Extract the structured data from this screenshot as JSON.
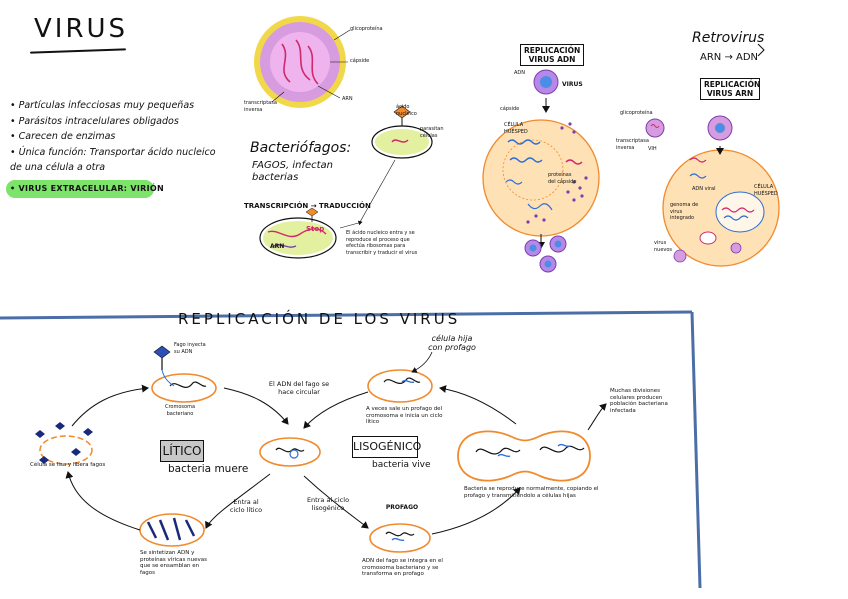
{
  "title": "VIRUS",
  "bullets": [
    "• Partículas infecciosas muy pequeñas",
    "• Parásitos intracelulares obligados",
    "• Carecen de enzimas",
    "• Única función: Transportar ácido nucleico",
    "  de una célula a otra"
  ],
  "highlight": "• VIRUS EXTRACELULAR: VIRIÓN",
  "virion_labels": {
    "glicoproteina": "glicoproteína",
    "capside": "cápside",
    "arn": "ARN",
    "transcriptasa": "transcriptasa inversa"
  },
  "phage_labels": {
    "acido": "ácido nucleico",
    "parasitan": "parasitan células"
  },
  "bacteriofagos": {
    "title": "Bacteriófagos:",
    "subtitle": "FAGOS, infectan bacterias",
    "transcripcion": "TRANSCRIPCIÓN → TRADUCCIÓN",
    "stop": "Stop",
    "arn": "ARN",
    "inserto": "El ácido nucleico entra y se reproduce el proceso que efectúa ribosomas para transcribir y traducir el virus"
  },
  "dna_virus": {
    "box": "REPLICACIÓN VIRUS ADN",
    "adn": "ADN",
    "virus": "VIRUS",
    "capside": "cápside",
    "celula": "CÉLULA HUÉSPED",
    "proteinas": "proteínas del cápside"
  },
  "retro": {
    "title": "Retrovirus",
    "subtitle": "ARN → ADN",
    "box": "REPLICACIÓN VIRUS ARN",
    "glicoproteina": "glicoproteína",
    "transcriptasa": "transcriptasa inversa",
    "vih": "VIH",
    "adn_viral": "ADN viral",
    "celula": "CÉLULA HUÉSPED",
    "genoma": "genoma de virus integrado",
    "virus_nuevos": "virus nuevos"
  },
  "replicacion": {
    "title": "REPLICACIÓN DE LOS VIRUS",
    "fago_inyecta": "Fago inyecta su ADN",
    "cromosoma": "Cromosoma bacteriano",
    "adn_fago": "El ADN del fago se hace circular",
    "celula_hija": "célula hija con profago",
    "a_veces": "A veces sale un profago del cromosoma e inicia un ciclo lítico",
    "muchas": "Muchas divisiones celulares producen población bacteriana infectada",
    "celula_lisa": "Célula se lisa y libera fagos",
    "litico": "LÍTICO",
    "bact_muere": "bacteria muere",
    "lisogenico": "LISOGÉNICO",
    "bact_vive": "bacteria vive",
    "entra_litico": "Entra al ciclo lítico",
    "entra_lisogenico": "Entra al ciclo lisogénico",
    "bacteria_reproduce": "Bacteria se reproduce normalmente, copiando el profago y transmitiéndolo a células hijas",
    "profago": "PROFAGO",
    "adn_integra": "ADN del fago se integra en el cromosoma bacteriano y se transforma en profago",
    "se_sintetizan": "Se sintetizan ADN y proteínas víricas nuevas que se ensamblan en fagos"
  }
}
